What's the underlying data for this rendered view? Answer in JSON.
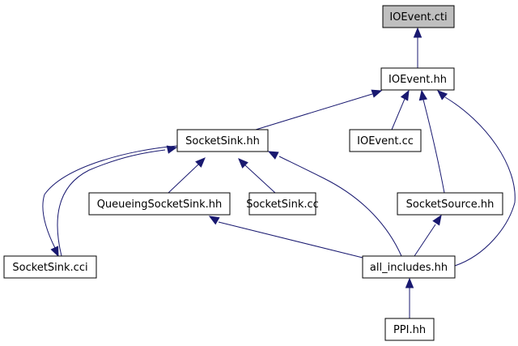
{
  "nodes": {
    "ioevent_cti": {
      "label": "IOEvent.cti",
      "fill": "#bfbfbf",
      "stroke": "#000000"
    },
    "ioevent_hh": {
      "label": "IOEvent.hh",
      "fill": "#ffffff",
      "stroke": "#000000"
    },
    "socketsink_hh": {
      "label": "SocketSink.hh",
      "fill": "#ffffff",
      "stroke": "#000000"
    },
    "ioevent_cc": {
      "label": "IOEvent.cc",
      "fill": "#ffffff",
      "stroke": "#000000"
    },
    "queueingsocketsink_hh": {
      "label": "QueueingSocketSink.hh",
      "fill": "#ffffff",
      "stroke": "#ff0000"
    },
    "socketsink_cc": {
      "label": "SocketSink.cc",
      "fill": "#ffffff",
      "stroke": "#000000"
    },
    "socketsource_hh": {
      "label": "SocketSource.hh",
      "fill": "#ffffff",
      "stroke": "#000000"
    },
    "socketsink_cci": {
      "label": "SocketSink.cci",
      "fill": "#ffffff",
      "stroke": "#000000"
    },
    "all_includes_hh": {
      "label": "all_includes.hh",
      "fill": "#ffffff",
      "stroke": "#000000"
    },
    "ppi_hh": {
      "label": "PPI.hh",
      "fill": "#ffffff",
      "stroke": "#000000"
    }
  },
  "edges": [
    {
      "from": "ioevent_hh",
      "to": "ioevent_cti"
    },
    {
      "from": "socketsink_hh",
      "to": "ioevent_hh"
    },
    {
      "from": "ioevent_cc",
      "to": "ioevent_hh"
    },
    {
      "from": "socketsource_hh",
      "to": "ioevent_hh"
    },
    {
      "from": "all_includes_hh",
      "to": "ioevent_hh"
    },
    {
      "from": "socketsink_cci",
      "to": "socketsink_hh"
    },
    {
      "from": "queueingsocketsink_hh",
      "to": "socketsink_hh"
    },
    {
      "from": "socketsink_cc",
      "to": "socketsink_hh"
    },
    {
      "from": "all_includes_hh",
      "to": "socketsink_hh"
    },
    {
      "from": "socketsink_hh",
      "to": "socketsink_cci"
    },
    {
      "from": "all_includes_hh",
      "to": "queueingsocketsink_hh"
    },
    {
      "from": "all_includes_hh",
      "to": "socketsource_hh"
    },
    {
      "from": "ppi_hh",
      "to": "all_includes_hh"
    }
  ],
  "colors": {
    "edge": "#191970"
  }
}
